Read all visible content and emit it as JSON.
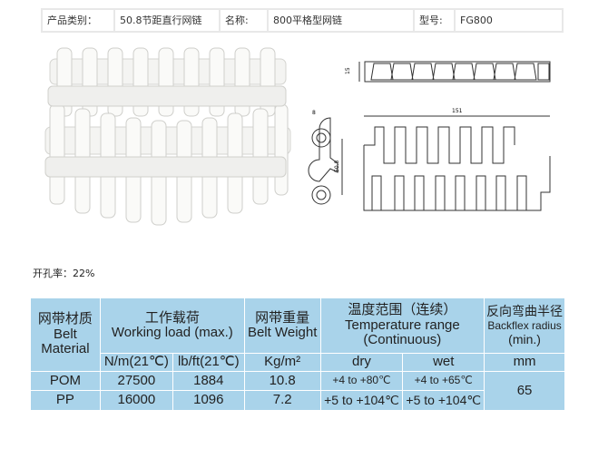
{
  "header": {
    "category_label": "产品类别：",
    "category_value": "50.8节距直行网链",
    "name_label": "名称:",
    "name_value": "800平格型网链",
    "model_label": "型号:",
    "model_value": "FG800"
  },
  "drawing": {
    "thickness": "15",
    "width": "151",
    "pitch": "50.8",
    "offset": "8"
  },
  "open_area": "开孔率：22%",
  "table": {
    "h_material_cn": "网带材质",
    "h_material_en1": "Belt",
    "h_material_en2": "Material",
    "h_load_cn": "工作载荷",
    "h_load_en": "Working load (max.)",
    "h_weight_cn": "网带重量",
    "h_weight_en": "Belt Weight",
    "h_temp_cn": "温度范围（连续）",
    "h_temp_en1": "Temperature range",
    "h_temp_en2": "(Continuous)",
    "h_back_cn": "反向弯曲半径",
    "h_back_en1": "Backflex radius",
    "h_back_en2": "(min.)",
    "units": [
      "N/m(21℃)",
      "lb/ft(21℃)",
      "Kg/m²",
      "dry",
      "wet",
      "mm"
    ],
    "rows": [
      {
        "material": "POM",
        "nm": "27500",
        "lbft": "1884",
        "weight": "10.8",
        "dry": "+4 to +80℃",
        "wet": "+4 to +65℃"
      },
      {
        "material": "PP",
        "nm": "16000",
        "lbft": "1096",
        "weight": "7.2",
        "dry": "+5 to +104℃",
        "wet": "+5 to +104℃"
      }
    ],
    "backflex": "65"
  }
}
